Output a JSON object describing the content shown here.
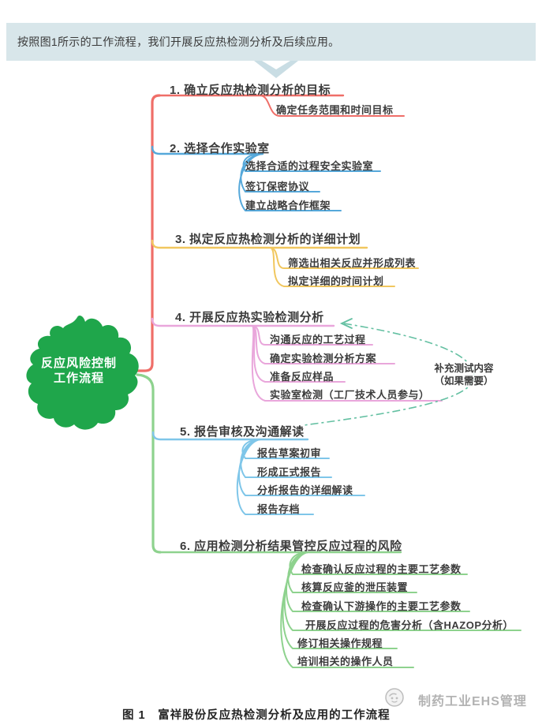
{
  "banner": {
    "text": "按照图1所示的工作流程，我们开展反应热检测分析及后续应用。"
  },
  "center": {
    "title_line1": "反应风险控制",
    "title_line2": "工作流程",
    "color": "#1fa64b"
  },
  "branches": [
    {
      "label": "1. 确立反应热检测分析的目标",
      "color": "#ef6e68",
      "children": [
        "确定任务范围和时间目标"
      ]
    },
    {
      "label": "2. 选择合作实验室",
      "color": "#55a8da",
      "children": [
        "选择合适的过程安全实验室",
        "签订保密协议",
        "建立战略合作框架"
      ]
    },
    {
      "label": "3. 拟定反应热检测分析的详细计划",
      "color": "#f1c75f",
      "children": [
        "筛选出相关反应并形成列表",
        "拟定详细的时间计划"
      ]
    },
    {
      "label": "4. 开展反应热实验检测分析",
      "color": "#e9a6db",
      "children": [
        "沟通反应的工艺过程",
        "确定实验检测分析方案",
        "准备反应样品",
        "实验室检测（工厂技术人员参与）"
      ]
    },
    {
      "label": "5. 报告审核及沟通解读",
      "color": "#7fc6e9",
      "children": [
        "报告草案初审",
        "形成正式报告",
        "分析报告的详细解读",
        "报告存档"
      ]
    },
    {
      "label": "6. 应用检测分析结果管控反应过程的风险",
      "color": "#8ed28e",
      "children": [
        "检查确认反应过程的主要工艺参数",
        "核算反应釜的泄压装置",
        "检查确认下游操作的主要工艺参数",
        "开展反应过程的危害分析（含HAZOP分析）",
        "修订相关操作规程",
        "培训相关的操作人员"
      ]
    }
  ],
  "annotation": {
    "line1": "补充测试内容",
    "line2": "（如果需要）",
    "color": "#64c0a2"
  },
  "watermark": {
    "text": "制药工业EHS管理"
  },
  "caption": {
    "text": "图 1　富祥股份反应热检测分析及应用的工作流程"
  },
  "colors": {
    "banner_bg": "#d8e6ea",
    "chevron": "#c9dde4",
    "text": "#3b3b3b"
  }
}
